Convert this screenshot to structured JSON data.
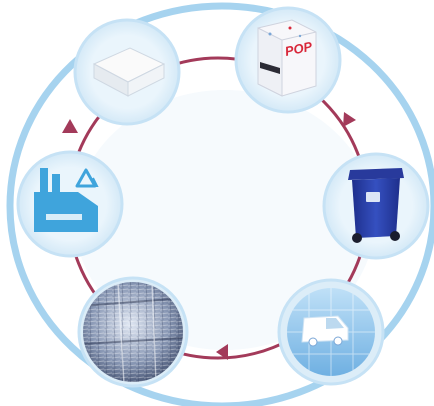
{
  "diagram": {
    "kind": "recycling-cycle",
    "colors": {
      "outer_ring": "#a6d3ef",
      "cycle_arrow": "#a33a5a",
      "node_halo": "#dcedf8",
      "node_ring": "#bfe0f4",
      "bin_blue": "#2a3fa8",
      "factory_blue": "#3fa4dc",
      "van_tile": "#8fc3ea",
      "pop_red": "#d8283a"
    },
    "nodes": [
      {
        "id": "paper-ream",
        "icon": "paper-ream-icon"
      },
      {
        "id": "pop-box",
        "icon": "pop-box-icon",
        "label": "POP"
      },
      {
        "id": "wheelie-bin",
        "icon": "recycling-bin-icon"
      },
      {
        "id": "collection-van",
        "icon": "van-icon"
      },
      {
        "id": "baled-paper",
        "icon": "paper-bale-icon"
      },
      {
        "id": "recycling-factory",
        "icon": "factory-icon"
      }
    ]
  }
}
